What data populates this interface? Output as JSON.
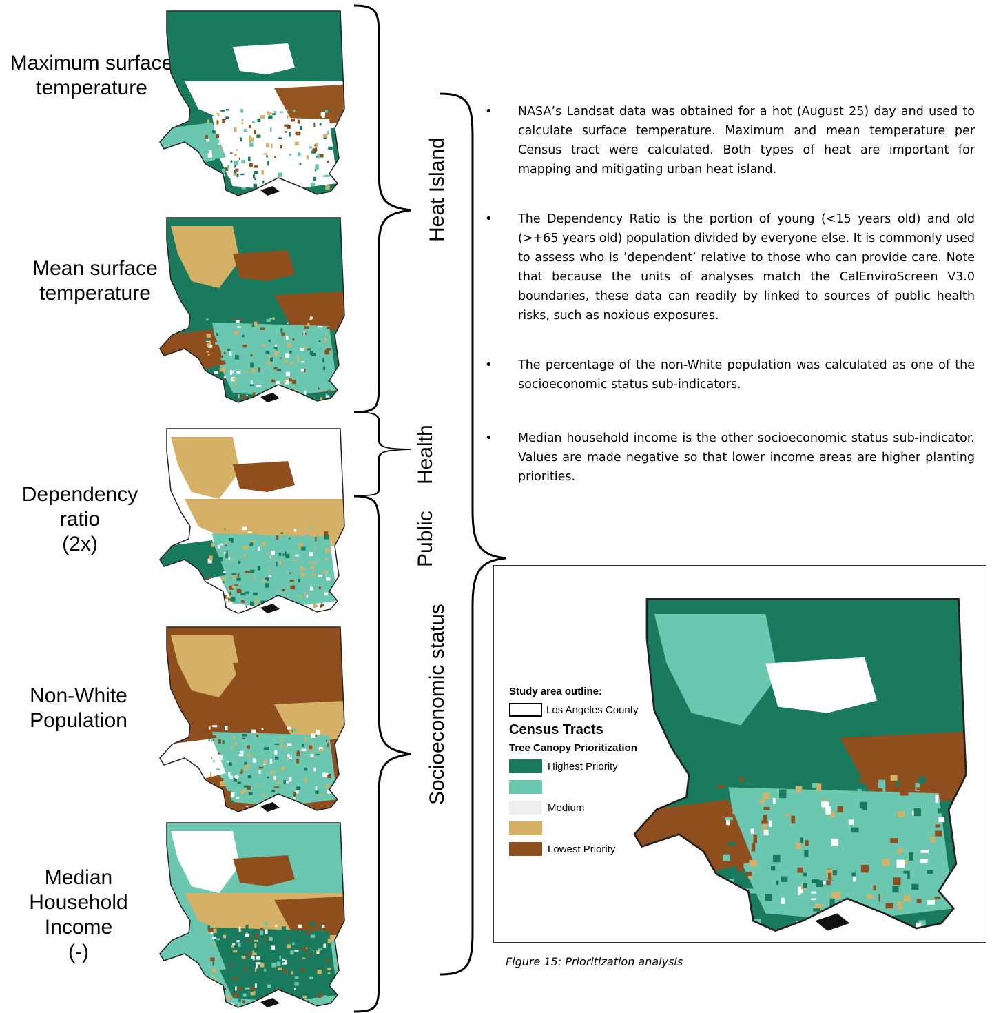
{
  "panels": [
    {
      "label_lines": [
        "Maximum surface",
        "temperature"
      ],
      "palette": [
        "#197a5e",
        "#197a5e",
        "#fff",
        "#fff",
        "#955622",
        "#ffffff",
        "#6cc7b0"
      ]
    },
    {
      "label_lines": [
        "Mean surface",
        "temperature"
      ],
      "palette": [
        "#197a5e",
        "#d4b166",
        "#8e4e1e",
        "#197a5e",
        "#8e4e1e",
        "#6cc7b0",
        "#8e4e1e"
      ]
    },
    {
      "label_lines": [
        "Dependency",
        "ratio",
        "(2x)"
      ],
      "palette": [
        "#ffffff",
        "#d4b166",
        "#8e4e1e",
        "#d4b166",
        "#d4b166",
        "#6cc7b0",
        "#197a5e"
      ]
    },
    {
      "label_lines": [
        "Non-White",
        "Population"
      ],
      "palette": [
        "#8e4e1e",
        "#d4b166",
        "#8e4e1e",
        "#8e4e1e",
        "#d4b166",
        "#6cc7b0",
        "#ffffff"
      ]
    },
    {
      "label_lines": [
        "Median",
        "Household",
        "Income",
        "(-)"
      ],
      "palette": [
        "#6cc7b0",
        "#ffffff",
        "#8e4e1e",
        "#d4b166",
        "#8e4e1e",
        "#197a5e",
        "#6cc7b0"
      ]
    }
  ],
  "brace_labels": {
    "heat_island": "Heat Island",
    "public_health_top": "Health",
    "public_health_bottom": "Public",
    "socioeconomic": "Socioeconomic status"
  },
  "bullets": [
    "NASA’s Landsat data was obtained for a hot (August 25) day and used to calculate surface temperature. Maximum and mean temperature per Census tract were calculated. Both types of heat are important for mapping and mitigating urban heat  island.",
    "The Dependency  Ratio is the portion of young (<15 years old) and old (>+65 years old) population divided by everyone else. It is commonly used to assess who is ’dependent’ relative to those who can provide care.  Note that because the units of analyses match the CalEnviroScreen V3.0 boundaries, these data can readily by linked to sources of public health risks, such as noxious exposures.",
    "The percentage of the non-White population was calculated as one of the socioeconomic status sub-indicators.",
    "Median  household income is the other socioeconomic status sub-indicator. Values are made negative so that lower income areas are higher planting priorities."
  ],
  "legend": {
    "outline_title": "Study area outline:",
    "outline_item": "Los Angeles County",
    "title": "Census Tracts",
    "subtitle": "Tree Canopy Prioritization",
    "items": [
      {
        "label": "Highest Priority",
        "color": "#197a5e"
      },
      {
        "label": "",
        "color": "#6cc7b0"
      },
      {
        "label": "Medium",
        "color": "#eeeeee"
      },
      {
        "label": "",
        "color": "#d4b166"
      },
      {
        "label": "Lowest Priority",
        "color": "#8e4e1e"
      }
    ]
  },
  "caption": "Figure 15: Prioritization analysis"
}
